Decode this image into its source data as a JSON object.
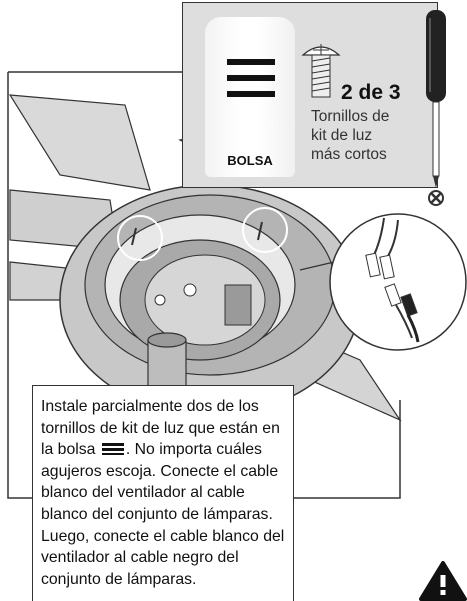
{
  "parts": {
    "bag_label": "BOLSA",
    "screw_count": "2 de 3",
    "screw_desc_line1": "Tornillos de",
    "screw_desc_line2": "kit de luz",
    "screw_desc_line3": "más cortos"
  },
  "instructions": {
    "text_before_icon": "Instale parcialmente dos de los tornillos de kit de luz que están en la bolsa",
    "bag_icon": "three-bars-icon",
    "text_after_icon": ". No importa cuáles agujeros escoja. Conecte el cable blanco del ventilador al cable blanco del conjunto de lámparas. Luego, conecte el cable blanco del ventilador al cable negro del conjunto de lámparas."
  },
  "icons": {
    "screwdriver": "phillips-screwdriver-icon",
    "warning": "warning-triangle-icon"
  },
  "colors": {
    "parts_box_bg": "#dedede",
    "line": "#333333",
    "fan_metal": "#bdbdbd"
  }
}
